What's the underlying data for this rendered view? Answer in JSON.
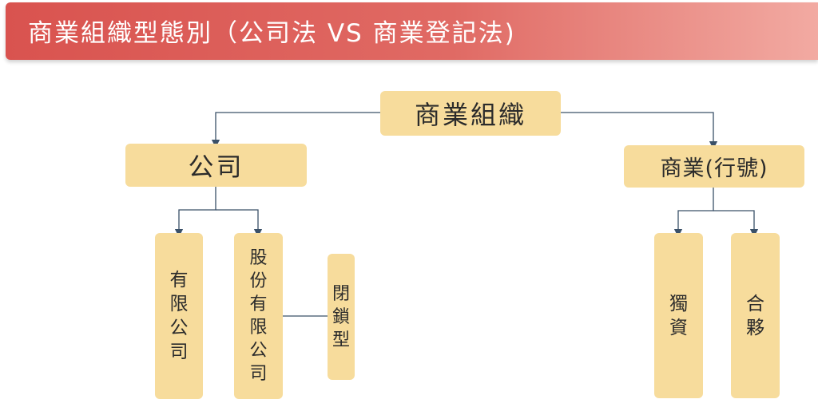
{
  "header": {
    "title": "商業組織型態別（公司法 VS 商業登記法)"
  },
  "diagram": {
    "root": "商業組織",
    "company": {
      "label": "公司",
      "children": {
        "limited": "有限公司",
        "stock": "股份有限公司"
      },
      "stock_subtype": "閉鎖型"
    },
    "business": {
      "label": "商業(行號)",
      "children": {
        "sole": "獨資",
        "partnership": "合夥"
      }
    }
  },
  "colors": {
    "banner_start": "#d9534f",
    "banner_end": "#f2aaa2",
    "box_fill": "#f7dc9c",
    "connector": "#3a5068"
  }
}
